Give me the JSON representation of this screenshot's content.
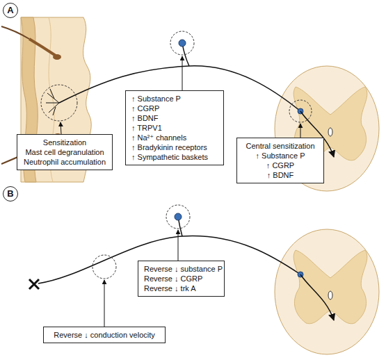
{
  "diagram": {
    "nodes": [
      {
        "text": [
          "A"
        ]
      },
      {
        "text": [
          "↑ Substance P",
          "↑ CGRP",
          "↑ BDNF",
          "↑ TRPV1",
          "↑ Na²⁺ channels",
          "↑ Bradykinin receptors",
          "↑ Sympathetic baskets"
        ]
      },
      {
        "text": [
          "Sensitization",
          "Mast cell degranulation",
          "Neutrophil accumulation"
        ]
      },
      {
        "text": [
          "Central sensitization",
          "↑ Substance P",
          "↑ CGRP",
          "↑ BDNF"
        ]
      },
      {
        "text": [
          "B"
        ]
      },
      {
        "text": [
          "Reverse ↓ substance P",
          "Reverse ↓ CGRP",
          "Reverse ↓ trk A"
        ]
      },
      {
        "text": [
          "Reverse ↓ conduction velocity"
        ]
      }
    ]
  }
}
